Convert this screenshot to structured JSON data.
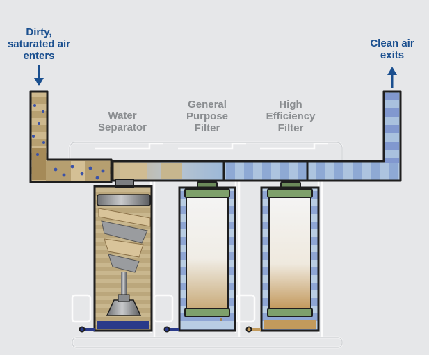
{
  "labels": {
    "inlet": [
      "Dirty,",
      "saturated air",
      "enters"
    ],
    "outlet": [
      "Clean air",
      "exits"
    ],
    "stage1": [
      "Water",
      "Separator"
    ],
    "stage2": [
      "General",
      "Purpose",
      "Filter"
    ],
    "stage3": [
      "High",
      "Efficiency",
      "Filter"
    ]
  },
  "colors": {
    "background": "#e6e7e9",
    "dirty_air": "#b39a6a",
    "dirty_air_light": "#d8c39a",
    "clean_air": "#9cb8d8",
    "clean_air_dark": "#7f96c8",
    "outline": "#1e1e1e",
    "label_blue": "#1a4f8f",
    "label_gray": "#8a8d90",
    "filter_cap": "#6b8a5a",
    "drain_blue": "#2a3a8a"
  },
  "icons": {
    "inlet_arrow": "arrow-down-icon",
    "outlet_arrow": "arrow-up-icon"
  }
}
